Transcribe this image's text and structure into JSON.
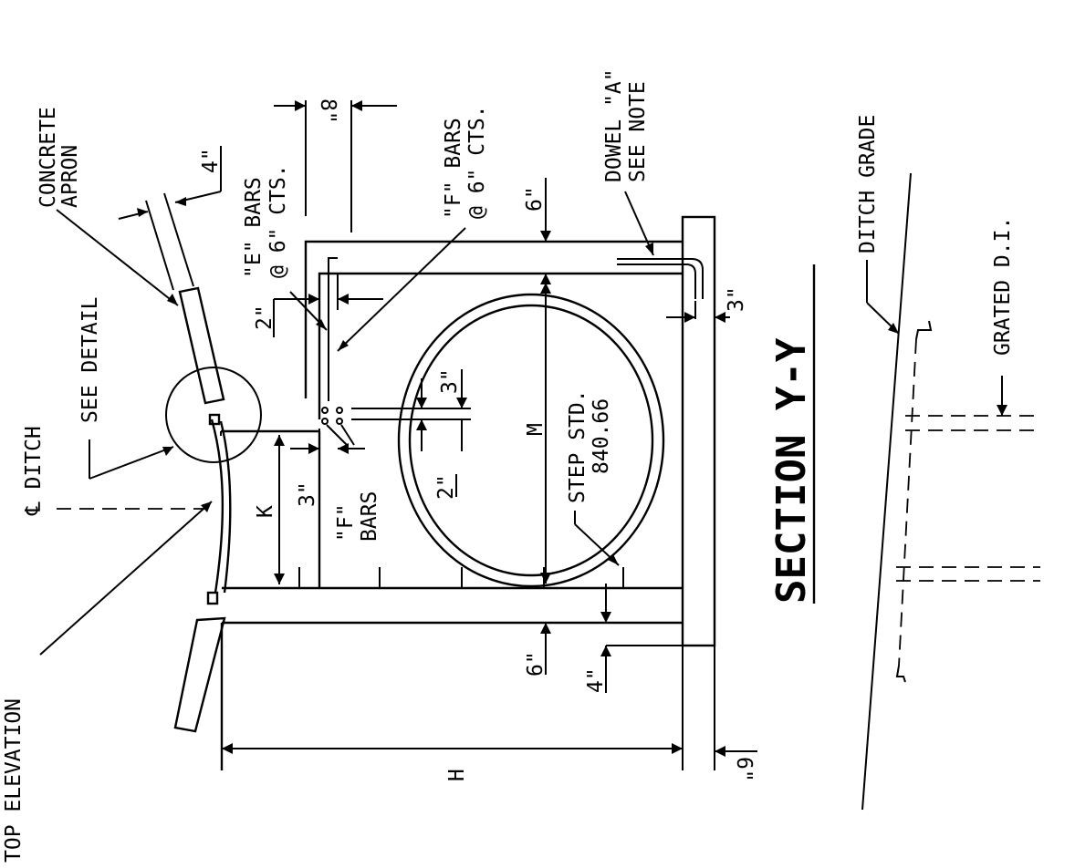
{
  "drawing": {
    "title": "SECTION Y-Y",
    "labels": {
      "concrete_apron_1": "CONCRETE",
      "concrete_apron_2": "APRON",
      "dim_4_apron": "4\"",
      "dim_8": "8\"",
      "e_bars_1": "\"E\" BARS",
      "e_bars_2": "@ 6\" CTS.",
      "f_bars_top_1": "\"F\" BARS",
      "f_bars_top_2": "@ 6\" CTS.",
      "dowel_1": "DOWEL \"A\"",
      "dowel_2": "SEE NOTE",
      "ditch_grade": "DITCH GRADE",
      "see_detail": "SEE DETAIL",
      "dim_2_left": "2\"",
      "dim_6_top": "6\"",
      "grated_di": "GRATED D.I.",
      "dim_3_dowel": "3\"",
      "cl_ditch": "℄ DITCH",
      "dim_3_step": "3\"",
      "step_std_1": "STEP STD.",
      "step_std_2": "840.66",
      "dim_m": "M",
      "dim_k": "K",
      "dim_3_bars": "3\"",
      "f_bars_1": "\"F\"",
      "f_bars_2": "BARS",
      "dim_2_step": "2\"",
      "top_elevation": "TOP ELEVATION",
      "dim_6_bottom": "6\"",
      "dim_4_bottom": "4\"",
      "dim_h": "H",
      "dim_6_right": "6\""
    }
  }
}
